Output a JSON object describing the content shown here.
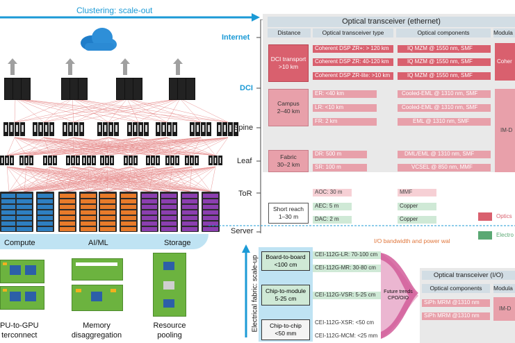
{
  "top": {
    "scale_out_label": "Clustering: scale-out"
  },
  "levels": {
    "internet": "Internet",
    "dci": "DCI",
    "spine": "Spine",
    "leaf": "Leaf",
    "tor": "ToR",
    "server": "Server"
  },
  "racks": {
    "compute": "Compute",
    "aiml": "AI/ML",
    "storage": "Storage"
  },
  "bottom_left": {
    "gpu_label": "PU-to-GPU\nterconnect",
    "memory_label": "Memory\ndisaggregation",
    "resource_label": "Resource\npooling"
  },
  "optical_ethernet": {
    "title": "Optical transceiver (ethernet)",
    "headers": {
      "distance": "Distance",
      "type": "Optical transceiver type",
      "components": "Optical components",
      "modul": "Modula"
    },
    "groups": [
      {
        "label": "DCI transport\n>10 km"
      },
      {
        "label": "Campus\n2–40 km"
      },
      {
        "label": "Fabric\n30–2 km"
      },
      {
        "label": "Short reach\n1–30 m"
      }
    ],
    "rows": [
      {
        "type": "Coherent DSP ZR+: > 120 km",
        "comp": "IQ MZM @ 1550 nm, SMF"
      },
      {
        "type": "Coherent DSP ZR: 40-120 km",
        "comp": "IQ MZM @ 1550 nm, SMF"
      },
      {
        "type": "Coherent DSP ZR-lite: >10 km",
        "comp": "IQ MZM @ 1550 nm, SMF"
      },
      {
        "type": "ER: <40 km",
        "comp": "Cooled-EML @ 1310 nm, SMF"
      },
      {
        "type": "LR: <10 km",
        "comp": "Cooled-EML @ 1310 nm, SMF"
      },
      {
        "type": "FR: 2 km",
        "comp": "EML @ 1310 nm, SMF"
      },
      {
        "type": "DR: 500 m",
        "comp": "DML/EML @ 1310 nm, SMF"
      },
      {
        "type": "SR: 100 m",
        "comp": "VCSEL @ 850 nm, MMF"
      },
      {
        "type": "AOC: 30 m",
        "comp": "MMF"
      },
      {
        "type": "AEC: 5 m",
        "comp": "Copper"
      },
      {
        "type": "DAC: 2 m",
        "comp": "Copper"
      }
    ],
    "modul_cells": {
      "coherent": "Coher",
      "imd": "IM-D"
    },
    "legend": {
      "optics": "Optics",
      "electro": "Electro"
    }
  },
  "scale_up": {
    "axis_label": "Electrical fabric: scale-up",
    "io_label": "I/O bandwidth and power wal",
    "boxes": [
      {
        "label": "Board-to-board\n<100 cm",
        "items": [
          "CEI-112G-LR: 70-100 cm",
          "CEI-112G-MR: 30-80 cm"
        ]
      },
      {
        "label": "Chip-to-module\n5-25 cm",
        "items": [
          "CEI-112G-VSR: 5-25 cm"
        ]
      },
      {
        "label": "Chip-to-chip\n<50 mm",
        "items": [
          "CEI-112G-XSR: <50 cm",
          "CEI-112G-MCM: <25 mm"
        ]
      }
    ],
    "future_trends": "Future trends\nCPO/OIO",
    "io_table": {
      "title": "Optical transceiver (I/O)",
      "headers": {
        "components": "Optical components",
        "modul": "Modula"
      },
      "rows": [
        "SiPh MRM @1310 nm",
        "SiPh MRM @1310 nm"
      ],
      "imd": "IM-D"
    }
  },
  "colors": {
    "accent_blue": "#1b9ad6",
    "pink": "#d9606e",
    "green": "#5aa873",
    "compute": "#2e7fc1",
    "aiml": "#e87b2a",
    "storage": "#8b3fb0"
  }
}
